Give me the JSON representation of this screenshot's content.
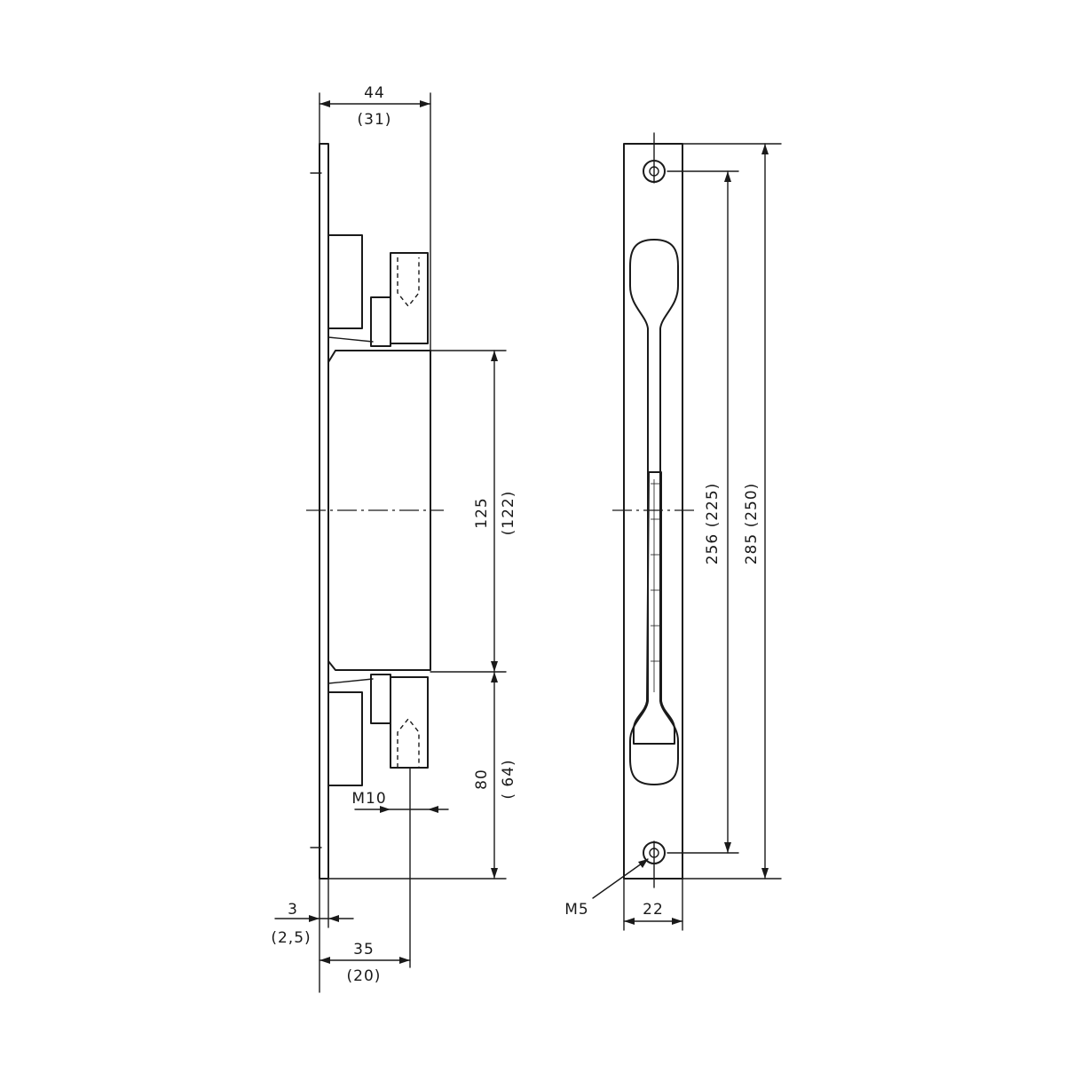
{
  "side_view": {
    "width_total": "44",
    "width_total_alt": "(31)",
    "body_height": "125",
    "body_height_alt": "(122)",
    "lower_offset": "80",
    "lower_offset_alt": "( 64)",
    "thread": "M10",
    "plate_thickness": "3",
    "plate_thickness_alt": "(2,5)",
    "backset": "35",
    "backset_alt": "(20)"
  },
  "front_view": {
    "hole_spacing": "256 (225)",
    "plate_length": "285 (250)",
    "screw": "M5",
    "plate_width": "22"
  }
}
